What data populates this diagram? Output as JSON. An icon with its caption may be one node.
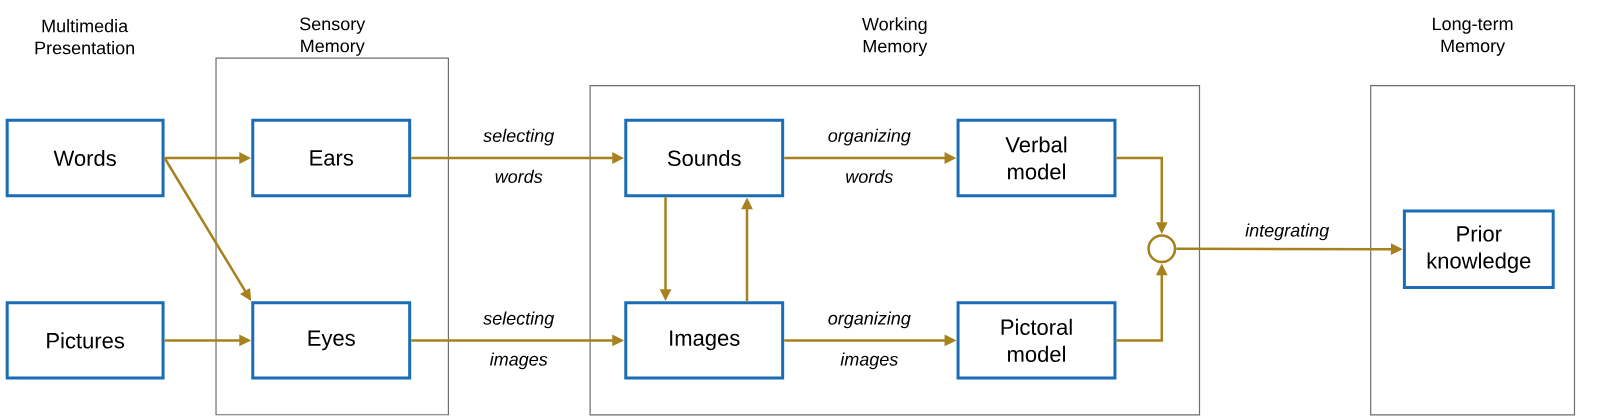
{
  "diagram": {
    "nodes": [
      {
        "text": [
          "Words"
        ]
      },
      {
        "text": [
          "Pictures"
        ]
      },
      {
        "text": [
          "Sensory Memory"
        ]
      },
      {
        "text": [
          "Ears"
        ],
        "in": 2
      },
      {
        "text": [
          "Eyes"
        ],
        "in": 2
      },
      {
        "text": [
          "Working Memory"
        ]
      },
      {
        "text": [
          "Sounds"
        ],
        "in": 5
      },
      {
        "text": [
          "Images"
        ],
        "in": 5
      },
      {
        "text": [
          "Verbal model"
        ],
        "in": 5
      },
      {
        "text": [
          "Pictoral model"
        ],
        "in": 5
      },
      {
        "text": [],
        "shape": "circle",
        "in": 5
      },
      {
        "text": [
          "Long-term Memory"
        ]
      },
      {
        "text": [
          "Prior knowledge"
        ],
        "in": 11
      }
    ],
    "edges": [
      {
        "from": 0,
        "to": 3,
        "arrow": "to"
      },
      {
        "from": 0,
        "to": 4,
        "arrow": "to"
      },
      {
        "from": 1,
        "to": 4,
        "arrow": "to"
      },
      {
        "from": 3,
        "to": 6,
        "arrow": "to",
        "label": "selecting words"
      },
      {
        "from": 4,
        "to": 7,
        "arrow": "to",
        "label": "selecting images"
      },
      {
        "from": 6,
        "to": 7,
        "arrow": "to"
      },
      {
        "from": 7,
        "to": 6,
        "arrow": "to"
      },
      {
        "from": 6,
        "to": 8,
        "arrow": "to",
        "label": "organizing words"
      },
      {
        "from": 7,
        "to": 9,
        "arrow": "to",
        "label": "organizing images"
      },
      {
        "from": 8,
        "to": 10,
        "arrow": "to"
      },
      {
        "from": 9,
        "to": 10,
        "arrow": "to"
      },
      {
        "from": 10,
        "to": 12,
        "arrow": "to",
        "label": "integrating"
      }
    ],
    "labels": [
      "Multimedia Presentation"
    ]
  }
}
